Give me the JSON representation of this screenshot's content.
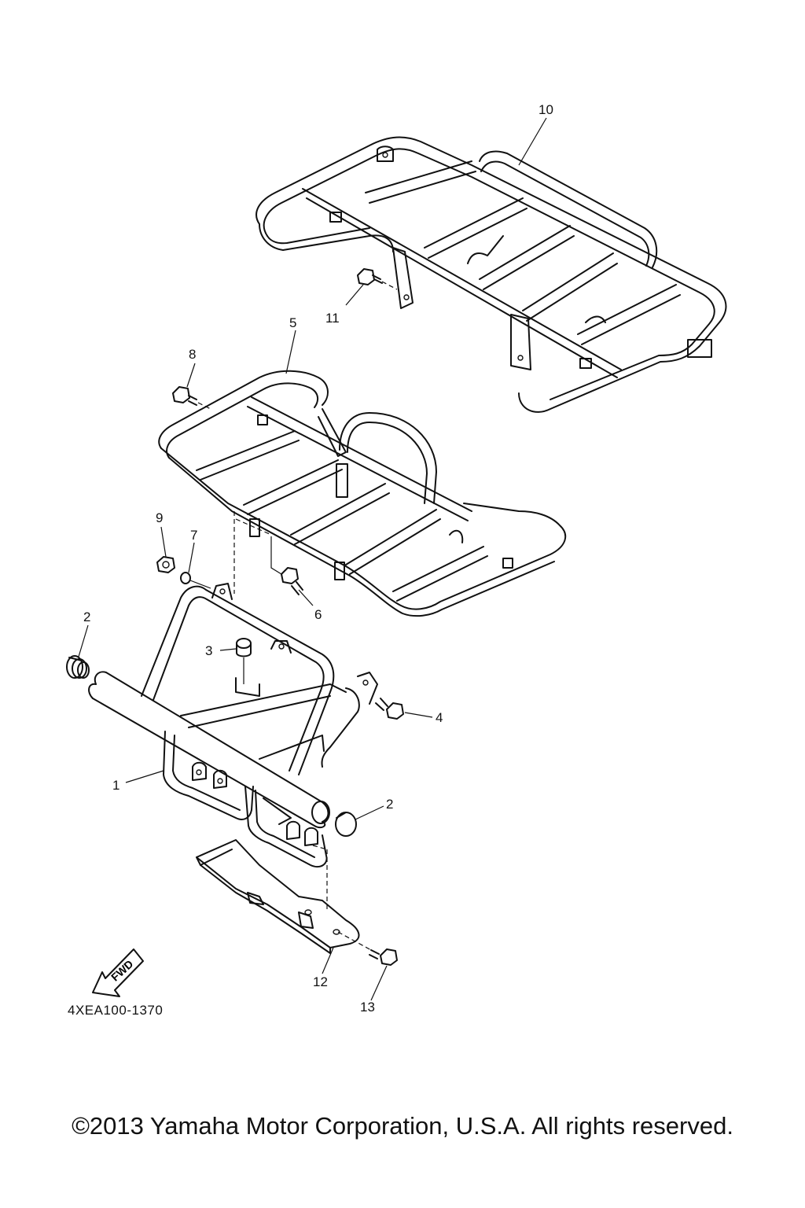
{
  "diagram": {
    "parts": [
      {
        "id": "p1",
        "number": "1"
      },
      {
        "id": "p2a",
        "number": "2"
      },
      {
        "id": "p2b",
        "number": "2"
      },
      {
        "id": "p3",
        "number": "3"
      },
      {
        "id": "p4",
        "number": "4"
      },
      {
        "id": "p5",
        "number": "5"
      },
      {
        "id": "p6",
        "number": "6"
      },
      {
        "id": "p7",
        "number": "7"
      },
      {
        "id": "p8",
        "number": "8"
      },
      {
        "id": "p9",
        "number": "9"
      },
      {
        "id": "p10",
        "number": "10"
      },
      {
        "id": "p11",
        "number": "11"
      },
      {
        "id": "p12",
        "number": "12"
      },
      {
        "id": "p13",
        "number": "13"
      }
    ],
    "fwd_label": "FWD",
    "diagram_code": "4XEA100-1370"
  },
  "footer": {
    "copyright": "©2013 Yamaha Motor Corporation, U.S.A. All rights reserved."
  }
}
